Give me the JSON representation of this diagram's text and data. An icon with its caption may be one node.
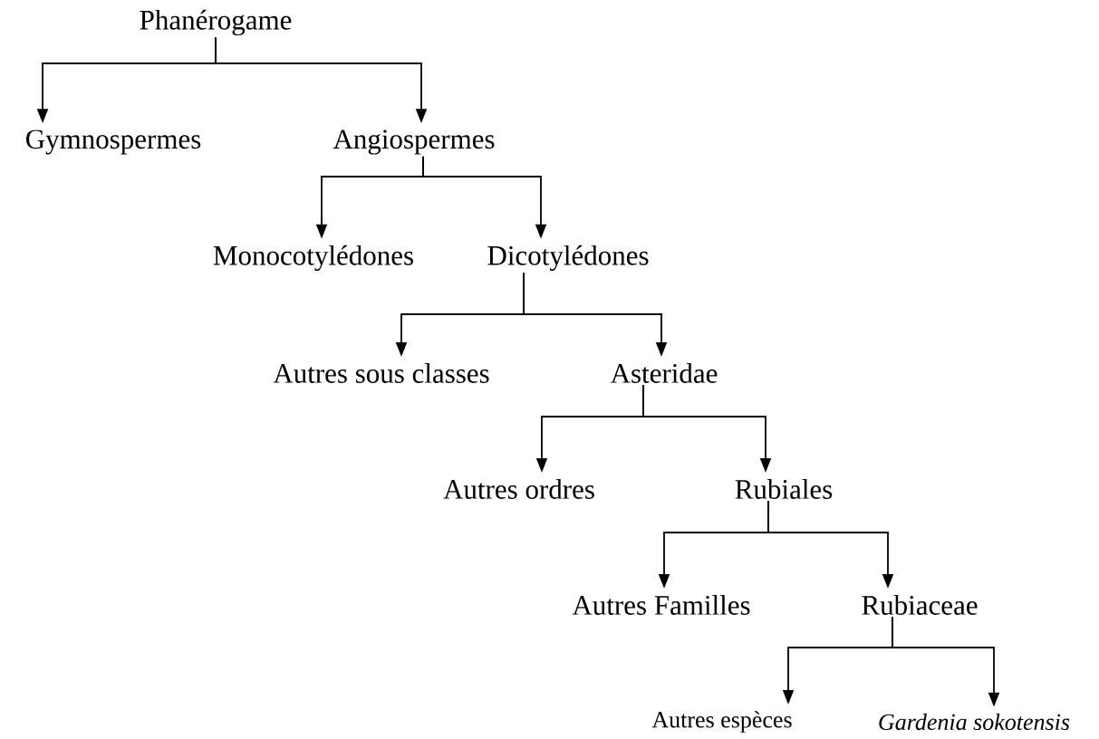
{
  "diagram": {
    "nodes": [
      {
        "text": [
          "Phanérogame"
        ]
      },
      {
        "text": [
          "Gymnospermes"
        ]
      },
      {
        "text": [
          "Angiospermes"
        ]
      },
      {
        "text": [
          "Monocotylédones"
        ]
      },
      {
        "text": [
          "Dicotylédones"
        ]
      },
      {
        "text": [
          "Autres sous classes"
        ]
      },
      {
        "text": [
          "Asteridae"
        ]
      },
      {
        "text": [
          "Autres ordres"
        ]
      },
      {
        "text": [
          "Rubiales"
        ]
      },
      {
        "text": [
          "Autres Familles"
        ]
      },
      {
        "text": [
          "Rubiaceae"
        ]
      },
      {
        "text": [
          "Autres espèces"
        ]
      },
      {
        "text": [
          "Gardenia sokotensis"
        ]
      }
    ],
    "edges": [
      {
        "from": 0,
        "to": 1,
        "arrow": "to"
      },
      {
        "from": 0,
        "to": 2,
        "arrow": "to"
      },
      {
        "from": 2,
        "to": 3,
        "arrow": "to"
      },
      {
        "from": 2,
        "to": 4,
        "arrow": "to"
      },
      {
        "from": 4,
        "to": 5,
        "arrow": "to"
      },
      {
        "from": 4,
        "to": 6,
        "arrow": "to"
      },
      {
        "from": 6,
        "to": 7,
        "arrow": "to"
      },
      {
        "from": 6,
        "to": 8,
        "arrow": "to"
      },
      {
        "from": 8,
        "to": 9,
        "arrow": "to"
      },
      {
        "from": 8,
        "to": 10,
        "arrow": "to"
      },
      {
        "from": 10,
        "to": 11,
        "arrow": "to"
      },
      {
        "from": 10,
        "to": 12,
        "arrow": "to"
      }
    ]
  }
}
